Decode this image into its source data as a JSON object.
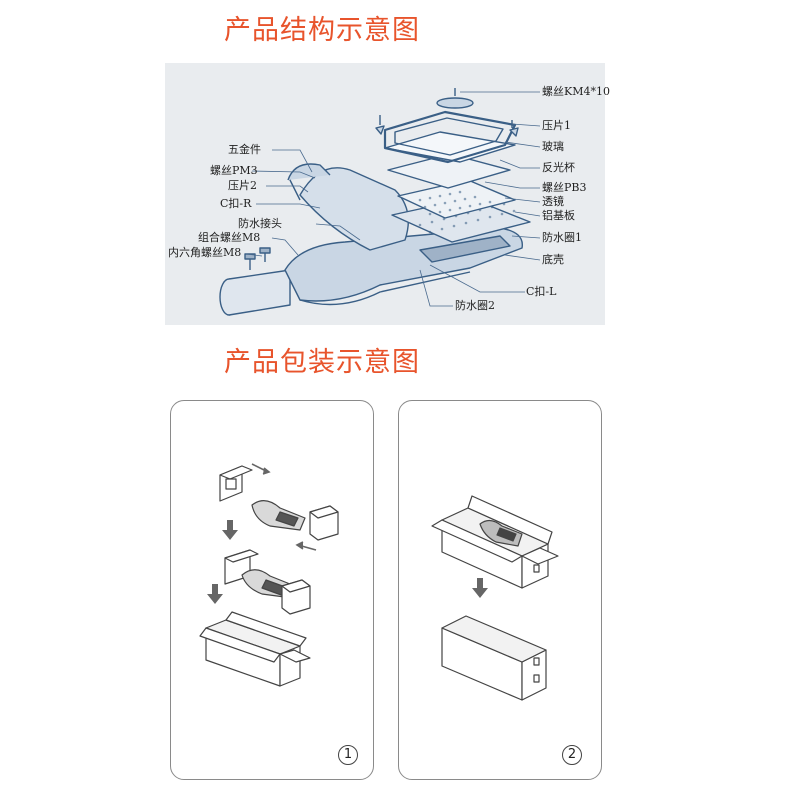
{
  "headings": {
    "structure": "产品结构示意图",
    "packaging": "产品包装示意图"
  },
  "callouts": {
    "right": [
      "螺丝KM4*10",
      "压片1",
      "玻璃",
      "反光杯",
      "螺丝PB3",
      "透镜",
      "铝基板",
      "防水圈1",
      "底壳"
    ],
    "left": [
      "五金件",
      "螺丝PM3",
      "压片2",
      "C扣-R",
      "防水接头",
      "组合螺丝M8",
      "内六角螺丝M8"
    ],
    "bottom": [
      "C扣-L",
      "防水圈2"
    ]
  },
  "steps": {
    "one": "1",
    "two": "2"
  },
  "colors": {
    "heading": "#e8542c",
    "diagram_line": "#3a5f86",
    "diagram_fill": "#c9d6e4",
    "panel_bg": "#e9ecef",
    "arrow": "#555555"
  }
}
